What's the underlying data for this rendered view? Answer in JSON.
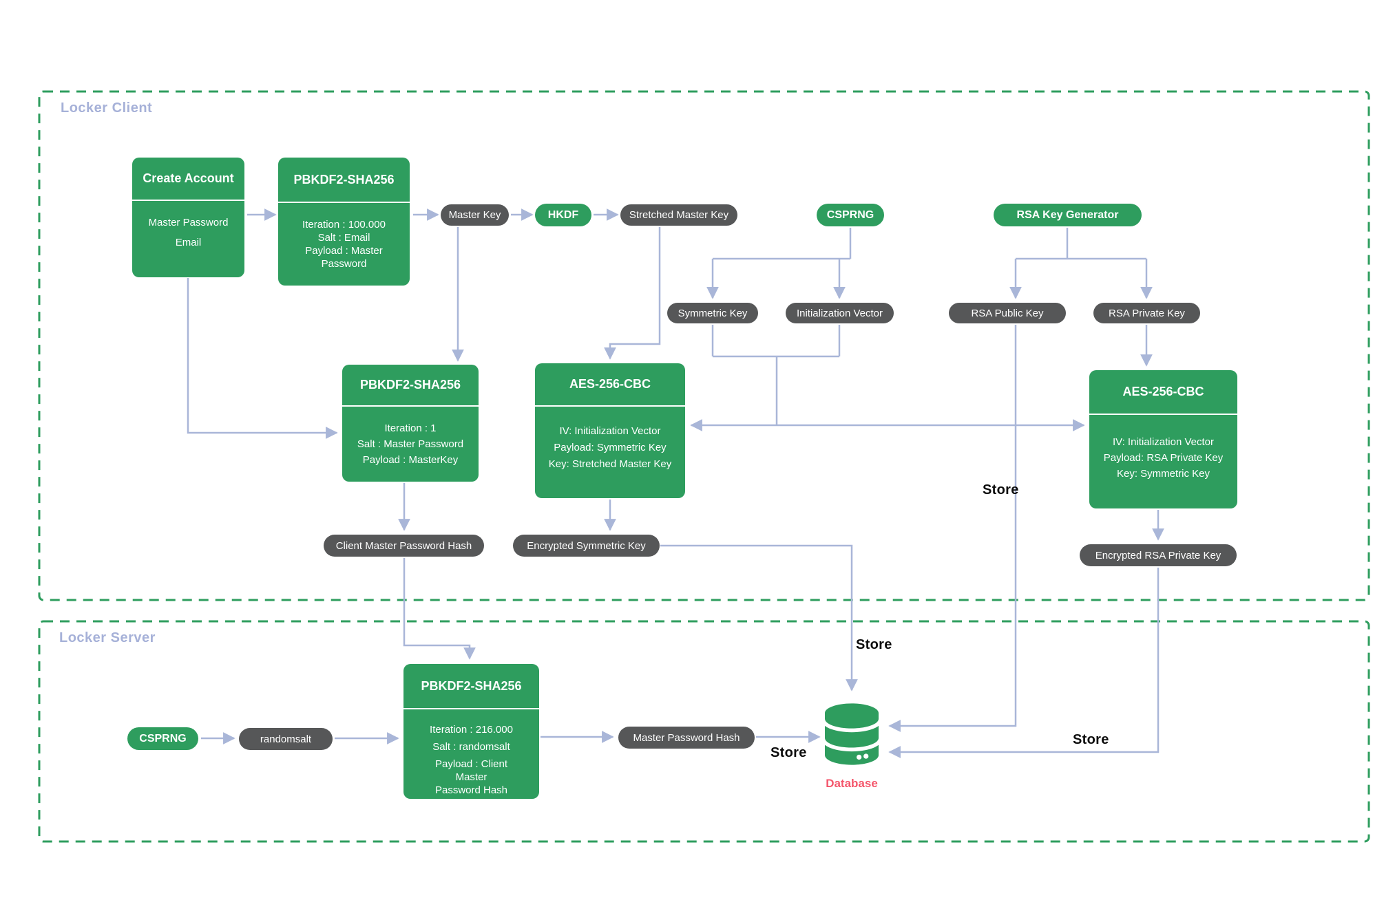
{
  "sections": {
    "client": {
      "label": "Locker Client"
    },
    "server": {
      "label": "Locker Server"
    }
  },
  "colors": {
    "green": "#2E9D5E",
    "dark_pill": "#565758",
    "arrow": "#A9B6D8",
    "section_label": "#A6B1D8",
    "store_text": "#0c0c0c",
    "database_label": "#F4566B"
  },
  "nodes": {
    "create_account": {
      "title": "Create Account",
      "lines": [
        "Master Password",
        "Email"
      ]
    },
    "pbkdf_client_1": {
      "title": "PBKDF2-SHA256",
      "lines": [
        "Iteration : 100.000",
        "Salt : Email",
        "Payload : Master",
        "Password"
      ]
    },
    "master_key": {
      "label": "Master Key"
    },
    "hkdf": {
      "label": "HKDF"
    },
    "stretched_master_key": {
      "label": "Stretched Master Key"
    },
    "csprng_client": {
      "label": "CSPRNG"
    },
    "rsa_key_generator": {
      "label": "RSA Key Generator"
    },
    "symmetric_key": {
      "label": "Symmetric Key"
    },
    "initialization_vector": {
      "label": "Initialization Vector"
    },
    "rsa_public_key": {
      "label": "RSA Public Key"
    },
    "rsa_private_key": {
      "label": "RSA Private Key"
    },
    "pbkdf_client_2": {
      "title": "PBKDF2-SHA256",
      "lines": [
        "Iteration : 1",
        "Salt : Master Password",
        "Payload : MasterKey"
      ]
    },
    "aes_symmetric": {
      "title": "AES-256-CBC",
      "lines": [
        "IV: Initialization Vector",
        "Payload: Symmetric Key",
        "Key: Stretched Master Key"
      ]
    },
    "aes_rsa": {
      "title": "AES-256-CBC",
      "lines": [
        "IV: Initialization Vector",
        "Payload: RSA Private Key",
        "Key: Symmetric Key"
      ]
    },
    "client_master_password_hash": {
      "label": "Client Master Password Hash"
    },
    "encrypted_symmetric_key": {
      "label": "Encrypted Symmetric Key"
    },
    "encrypted_rsa_private_key": {
      "label": "Encrypted RSA Private Key"
    },
    "csprng_server": {
      "label": "CSPRNG"
    },
    "randomsalt": {
      "label": "randomsalt"
    },
    "pbkdf_server": {
      "title": "PBKDF2-SHA256",
      "lines": [
        "Iteration : 216.000",
        "Salt : randomsalt",
        "Payload : Client",
        "Master",
        "Password Hash"
      ]
    },
    "master_password_hash": {
      "label": "Master Password Hash"
    },
    "database": {
      "label": "Database"
    }
  },
  "annotations": {
    "store_rsa_public": "Store",
    "store_encrypted_symmetric": "Store",
    "store_master_password_hash": "Store",
    "store_encrypted_rsa": "Store"
  }
}
